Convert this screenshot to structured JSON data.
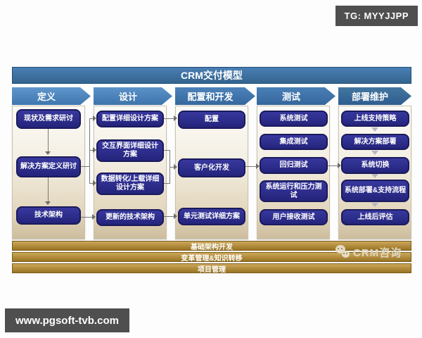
{
  "page": {
    "tg_badge": "TG: MYYJJPP",
    "site_badge": "www.pgsoft-tvb.com"
  },
  "diagram": {
    "title": "CRM交付模型",
    "stages": [
      {
        "label": "定义"
      },
      {
        "label": "设计"
      },
      {
        "label": "配置和开发"
      },
      {
        "label": "测试"
      },
      {
        "label": "部署维护"
      }
    ],
    "columns": [
      {
        "stage": "定义",
        "boxes": [
          "现状及需求研讨",
          "解决方案定义研讨",
          "技术架构"
        ]
      },
      {
        "stage": "设计",
        "boxes": [
          "配置详细设计方案",
          "交互界面详细设计方案",
          "数据转化/上载详细设计方案",
          "更新的技术架构"
        ]
      },
      {
        "stage": "配置和开发",
        "boxes": [
          "配置",
          "客户化开发",
          "单元测试详细方案"
        ]
      },
      {
        "stage": "测试",
        "boxes": [
          "系统测试",
          "集成测试",
          "回归测试",
          "系统运行和压力测试",
          "用户接收测试"
        ]
      },
      {
        "stage": "部署维护",
        "boxes": [
          "上线支持策略",
          "解决方案部署",
          "系统切换",
          "系统部署&支持流程",
          "上线后评估"
        ]
      }
    ],
    "bands": [
      "基础架构开发",
      "变革管理&知识转移",
      "项目管理"
    ],
    "watermark_label": "CRM咨询",
    "colors": {
      "title_blue": "#3d6fa4",
      "stage_blue": "#3e76b0",
      "node_navy": "#2b2b8c",
      "band_gold": "#a8832f"
    }
  }
}
